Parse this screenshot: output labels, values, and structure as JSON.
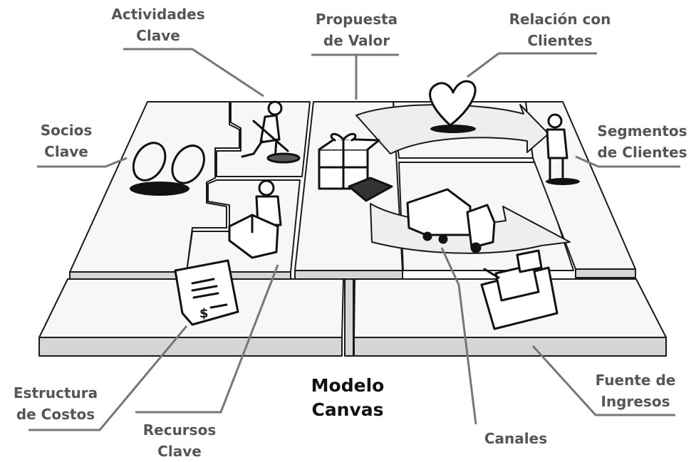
{
  "title": {
    "line1": "Modelo",
    "line2": "Canvas"
  },
  "blocks": {
    "actividades_clave": {
      "line1": "Actividades",
      "line2": "Clave"
    },
    "propuesta_valor": {
      "line1": "Propuesta",
      "line2": "de Valor"
    },
    "relacion_clientes": {
      "line1": "Relación con",
      "line2": "Clientes"
    },
    "socios_clave": {
      "line1": "Socios",
      "line2": "Clave"
    },
    "segmentos_clientes": {
      "line1": "Segmentos",
      "line2": "de Clientes"
    },
    "estructura_costos": {
      "line1": "Estructura",
      "line2": "de Costos"
    },
    "recursos_clave": {
      "line1": "Recursos",
      "line2": "Clave"
    },
    "canales": {
      "line1": "Canales"
    },
    "fuente_ingresos": {
      "line1": "Fuente de",
      "line2": "Ingresos"
    }
  },
  "invoice_symbol": "$",
  "colors": {
    "board_top": "#f7f7f7",
    "board_side": "#d6d6d6",
    "outline": "#1a1a1a",
    "leader": "#777777",
    "label": "#555555"
  }
}
